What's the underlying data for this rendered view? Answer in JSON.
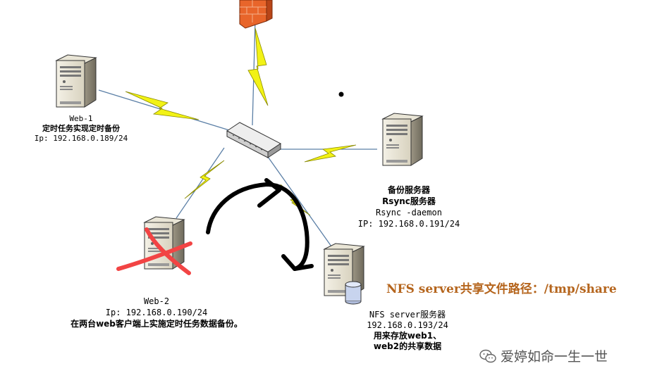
{
  "nodes": {
    "web1": {
      "lines": [
        "Web-1",
        "定时任务实现定时备份",
        "Ip: 192.168.0.189/24"
      ]
    },
    "web2": {
      "lines": [
        "Web-2",
        "Ip: 192.168.0.190/24",
        "在两台web客户端上实施定时任务数据备份。"
      ]
    },
    "backup": {
      "lines": [
        "备份服务器",
        "Rsync服务器",
        "Rsync  -daemon",
        "IP: 192.168.0.191/24"
      ]
    },
    "nfs": {
      "lines": [
        "NFS  server服务器",
        "192.168.0.193/24",
        "用来存放web1、",
        "web2的共享数据"
      ]
    }
  },
  "annotation": {
    "nfs_share_path": "NFS server共享文件路径：/tmp/share"
  },
  "watermark": {
    "text": "爱婷如命一生一世",
    "icon": "wechat-icon"
  },
  "colors": {
    "bolt": "#f2f215",
    "bolt_stroke": "#8a8a00",
    "link_line": "#5b7fa6",
    "red_cross": "#f24444",
    "black_arrow": "#000000",
    "firewall": "#e8652a",
    "annotation": "#b5651d"
  }
}
